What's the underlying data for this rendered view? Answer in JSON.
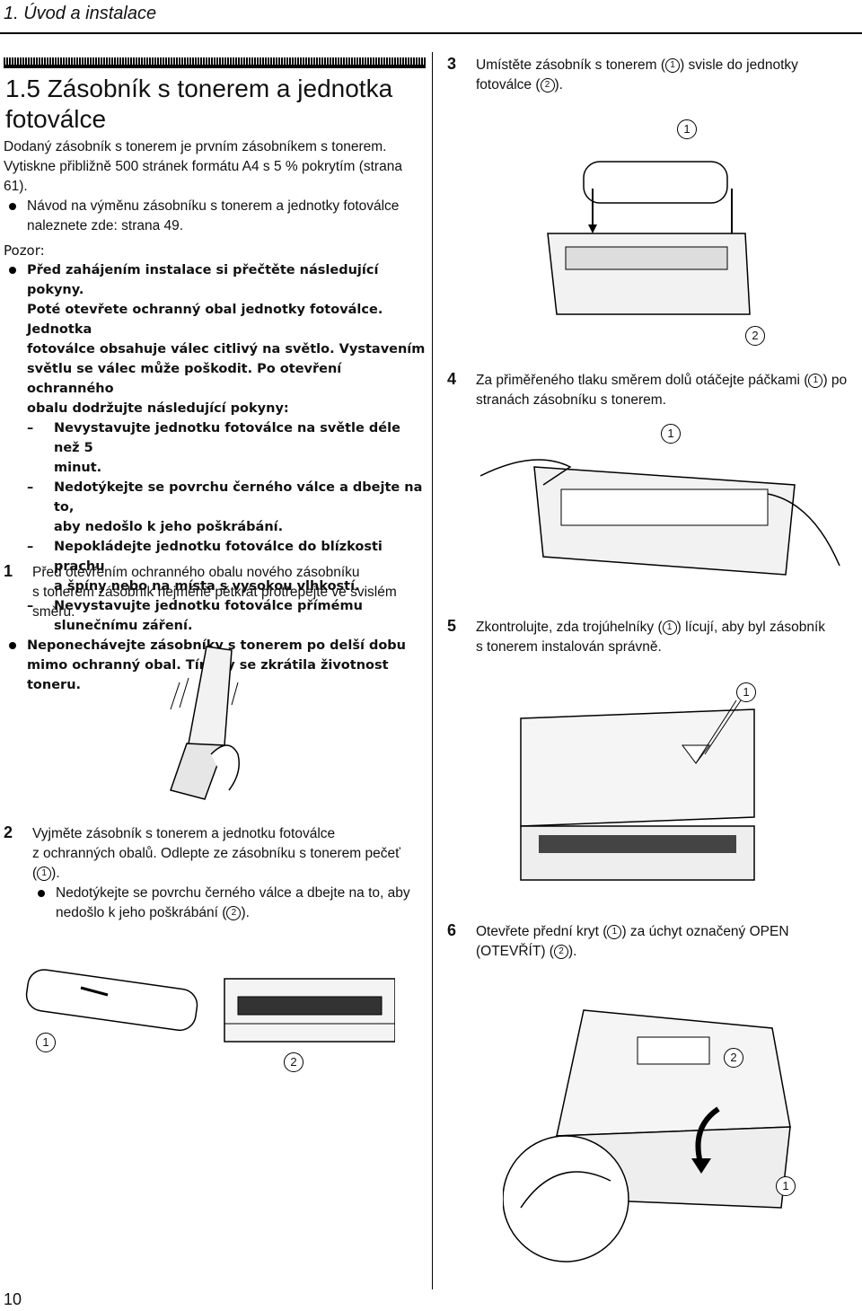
{
  "header": {
    "title": "1. Úvod a instalace"
  },
  "section": {
    "title_line1": "1.5 Zásobník s tonerem a jednotka",
    "title_line2": "fotoválce"
  },
  "intro": {
    "line1": "Dodaný zásobník s tonerem je prvním zásobníkem s tonerem.",
    "line2": "Vytiskne přibližně 500 stránek formátu A4 s 5 % pokrytím (strana",
    "line3": "61).",
    "bullet1_line1": "Návod na výměnu zásobníku s tonerem a jednotky fotoválce",
    "bullet1_line2": "naleznete zde: strana 49."
  },
  "caution": {
    "label": "Pozor:",
    "b1_l1": "Před zahájením instalace si přečtěte následující pokyny.",
    "b1_l2": "Poté otevřete ochranný obal jednotky fotoválce. Jednotka",
    "b1_l3": "fotoválce obsahuje válec citlivý na světlo. Vystavením",
    "b1_l4": "světlu se válec může poškodit. Po otevření ochranného",
    "b1_l5": "obalu dodržujte následující pokyny:",
    "d1_l1": "Nevystavujte jednotku fotoválce na světle déle než 5",
    "d1_l2": "minut.",
    "d2_l1": "Nedotýkejte se povrchu černého válce a dbejte na to,",
    "d2_l2": "aby nedošlo k jeho poškrábání.",
    "d3_l1": "Nepokládejte jednotku fotoválce do blízkosti prachu",
    "d3_l2": "a špíny nebo na místa s vysokou vlhkostí.",
    "d4_l1": "Nevystavujte jednotku fotoválce přímému",
    "d4_l2": "slunečnímu záření.",
    "b2_l1": "Neponechávejte zásobníky s tonerem po delší dobu",
    "b2_l2": "mimo ochranný obal. Tím by se zkrátila životnost toneru.",
    "dash": "–"
  },
  "steps": {
    "s1": {
      "num": "1",
      "l1": "Před otevřením ochranného obalu nového zásobníku",
      "l2": "s tonerem zásobník nejméně pětkrát protřepejte ve svislém",
      "l3": "směru."
    },
    "s2": {
      "num": "2",
      "l1": "Vyjměte zásobník s tonerem a jednotku fotoválce",
      "l2": "z ochranných obalů. Odlepte ze zásobníku s tonerem pečeť",
      "l3a": "(",
      "l3b": ").",
      "bl1": "Nedotýkejte se povrchu černého válce a dbejte na to, aby",
      "bl2a": "nedošlo k jeho poškrábání (",
      "bl2b": ")."
    },
    "s3": {
      "num": "3",
      "l1a": "Umístěte zásobník s tonerem (",
      "l1b": ") svisle do jednotky",
      "l2a": "fotoválce (",
      "l2b": ")."
    },
    "s4": {
      "num": "4",
      "l1a": "Za přiměřeného tlaku směrem dolů otáčejte páčkami (",
      "l1b": ") po",
      "l2": "stranách zásobníku s tonerem."
    },
    "s5": {
      "num": "5",
      "l1a": "Zkontrolujte, zda trojúhelníky (",
      "l1b": ") lícují, aby byl zásobník",
      "l2": "s tonerem instalován správně."
    },
    "s6": {
      "num": "6",
      "l1a": "Otevřete přední kryt (",
      "l1b": ") za úchyt označený OPEN",
      "l2a": "(OTEVŘÍT) (",
      "l2b": ")."
    }
  },
  "callouts": {
    "one": "1",
    "two": "2"
  },
  "page": {
    "number": "10"
  }
}
